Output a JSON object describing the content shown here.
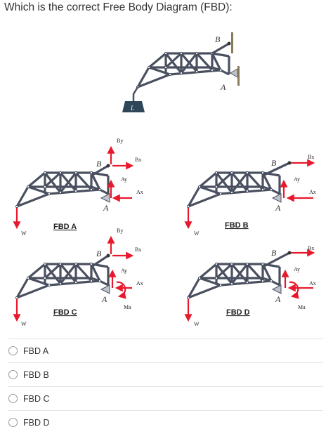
{
  "question": "Which is the correct Free Body Diagram (FBD):",
  "figure": {
    "main": {
      "support_b": "B",
      "support_a": "A",
      "load": "L"
    },
    "fbds": [
      {
        "title": "FBD A",
        "labels": {
          "b": "B",
          "a": "A",
          "by": "By",
          "bx": "Bx",
          "ay": "Ay",
          "ax": "Ax",
          "w": "W"
        }
      },
      {
        "title": "FBD B",
        "labels": {
          "b": "B",
          "a": "A",
          "bx": "Bx",
          "ay": "Ay",
          "ax": "Ax",
          "w": "W"
        }
      },
      {
        "title": "FBD C",
        "labels": {
          "b": "B",
          "a": "A",
          "by": "By",
          "bx": "Bx",
          "ay": "Ay",
          "ax": "Ax",
          "ma": "Ma",
          "w": "W"
        }
      },
      {
        "title": "FBD D",
        "labels": {
          "b": "B",
          "a": "A",
          "bx": "Bx",
          "ay": "Ay",
          "ax": "Ax",
          "ma": "Ma",
          "w": "W"
        }
      }
    ]
  },
  "options": [
    {
      "label": "FBD A"
    },
    {
      "label": "FBD B"
    },
    {
      "label": "FBD C"
    },
    {
      "label": "FBD D"
    }
  ],
  "colors": {
    "force_arrow": "#e8192c",
    "truss": "#4a5060",
    "text": "#333333"
  }
}
